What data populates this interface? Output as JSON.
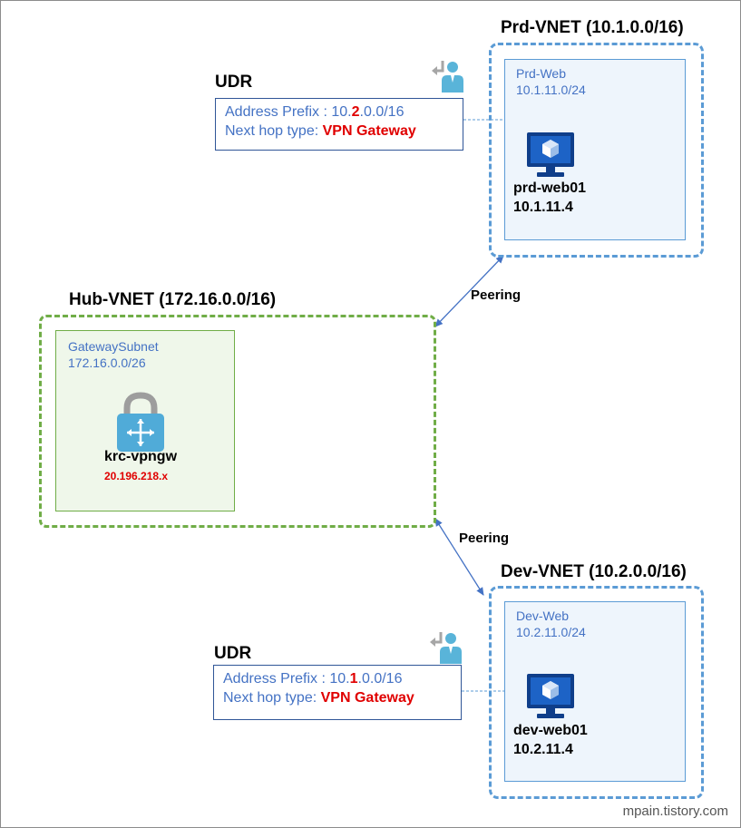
{
  "prd_vnet": {
    "title": "Prd-VNET (10.1.0.0/16)",
    "subnet_name": "Prd-Web",
    "subnet_prefix": "10.1.11.0/24",
    "vm_name": "prd-web01",
    "vm_ip": "10.1.11.4"
  },
  "hub_vnet": {
    "title": "Hub-VNET (172.16.0.0/16)",
    "subnet_name": "GatewaySubnet",
    "subnet_prefix": "172.16.0.0/26",
    "gateway_name": "krc-vpngw",
    "gateway_ip": "20.196.218.x"
  },
  "dev_vnet": {
    "title": "Dev-VNET (10.2.0.0/16)",
    "subnet_name": "Dev-Web",
    "subnet_prefix": "10.2.11.0/24",
    "vm_name": "dev-web01",
    "vm_ip": "10.2.11.4"
  },
  "udr_prd": {
    "title": "UDR",
    "prefix_label": "Address Prefix : ",
    "prefix_part1": "10.",
    "prefix_highlight": "2",
    "prefix_part2": ".0.0/16",
    "nexthop_label": "Next hop type: ",
    "nexthop_value": "VPN Gateway"
  },
  "udr_dev": {
    "title": "UDR",
    "prefix_label": "Address Prefix : ",
    "prefix_part1": "10.",
    "prefix_highlight": "1",
    "prefix_part2": ".0.0/16",
    "nexthop_label": "Next hop type: ",
    "nexthop_value": "VPN Gateway"
  },
  "peering": {
    "top_label": "Peering",
    "bottom_label": "Peering"
  },
  "watermark": "mpain.tistory.com",
  "colors": {
    "vnet_border_blue": "#5b9bd5",
    "vnet_border_green": "#70ad47",
    "highlight_red": "#e00000",
    "text_blue": "#4472c4"
  },
  "icons": [
    "route-table-icon",
    "virtual-machine-icon",
    "vpn-gateway-icon"
  ]
}
